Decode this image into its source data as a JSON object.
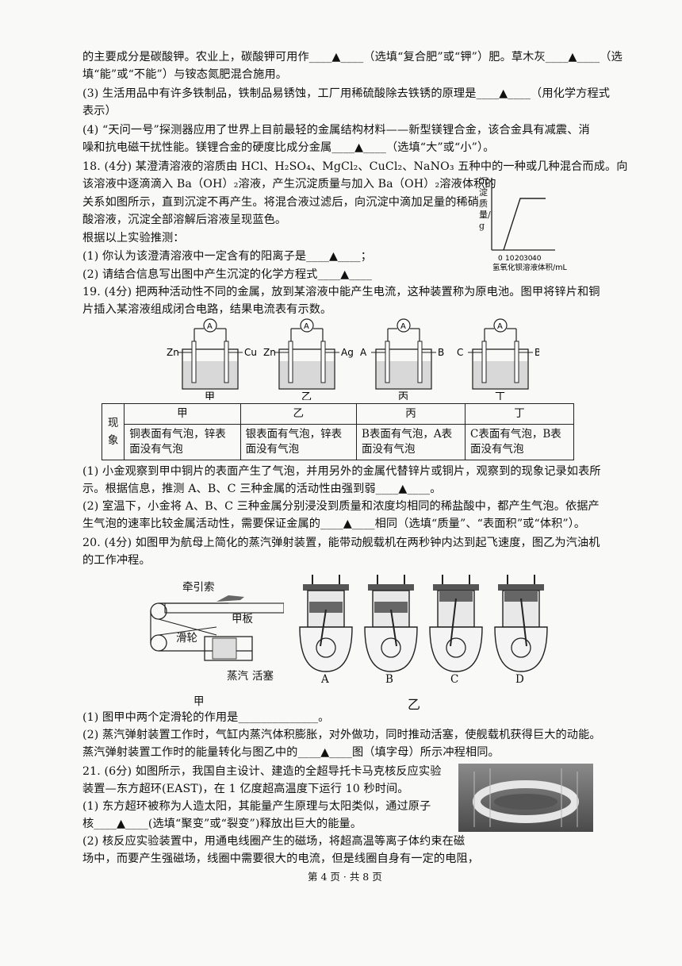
{
  "lines": {
    "l1": "的主要成分是碳酸钾。农业上，碳酸钾可用作____▲____（选填“复合肥”或“钾”）肥。草木灰____▲____（选",
    "l2": "填“能”或“不能”）与铵态氮肥混合施用。",
    "l3": "(3) 生活用品中有许多铁制品，铁制品易锈蚀，工厂用稀硫酸除去铁锈的原理是____▲____（用化学方程式",
    "l4": "表示）",
    "l5": "(4) “天问一号”探测器应用了世界上目前最轻的金属结构材料——新型镁锂合金，该合金具有减震、消",
    "l6": "噪和抗电磁干扰性能。镁锂合金的硬度比成分金属____▲____（选填“大”或“小”）。",
    "l7": "18. (4分) 某澄清溶液的溶质由 HCl、H₂SO₄、MgCl₂、CuCl₂、NaNO₃ 五种中的一种或几种混合而成。向",
    "l8": "该溶液中逐滴滴入 Ba（OH）₂溶液，产生沉淀质量与加入 Ba（OH）₂溶液体积的",
    "l9": "关系如图所示，直到沉淀不再产生。将混合液过滤后，向沉淀中滴加足量的稀硝",
    "l10": "酸溶液，沉淀全部溶解后溶液呈现蓝色。",
    "l11": "根据以上实验推测：",
    "l12": "(1) 你认为该澄清溶液中一定含有的阳离子是____▲____；",
    "l13": "(2) 请结合信息写出图中产生沉淀的化学方程式____▲____",
    "l14": "19. (4分) 把两种活动性不同的金属，放到某溶液中能产生电流，这种装置称为原电池。图甲将锌片和铜",
    "l15": "片插入某溶液组成闭合电路，结果电流表有示数。",
    "l16": "(1) 小金观察到甲中铜片的表面产生了气泡，并用另外的金属代替锌片或铜片，观察到的现象记录如表所",
    "l17": "示。根据信息，推测 A、B、C 三种金属的活动性由强到弱____▲____。",
    "l18": "(2) 室温下，小金将 A、B、C 三种金属分别浸没到质量和浓度均相同的稀盐酸中，都产生气泡。依据产",
    "l19": "生气泡的速率比较金属活动性，需要保证金属的____▲____相同（选填“质量”、“表面积”或“体积”）。",
    "l20": "20. (4分) 如图甲为航母上简化的蒸汽弹射装置，能带动舰载机在两秒钟内达到起飞速度，图乙为汽油机",
    "l21": "的工作冲程。",
    "l22": "(1) 图甲中两个定滑轮的作用是______________。",
    "l23": "(2) 蒸汽弹射装置工作时，气缸内蒸汽体积膨胀，对外做功，同时推动活塞，使舰载机获得巨大的动能。",
    "l24": "蒸汽弹射装置工作时的能量转化与图乙中的____▲____图（填字母）所示冲程相同。",
    "l25": "21. (6分) 如图所示，我国自主设计、建造的全超导托卡马克核反应实验",
    "l26": "装置—东方超环(EAST)，在 1 亿度超高温度下运行 10 秒时间。",
    "l27": "(1) 东方超环被称为人造太阳，其能量产生原理与太阳类似，通过原子",
    "l28": "核____▲____(选填“聚变”或“裂变”)释放出巨大的能量。",
    "l29": "(2) 核反应实验装置中，用通电线圈产生的磁场，将超高温等离子体约束在磁",
    "l30": "场中，而要产生强磁场，线圈中需要很大的电流，但是线圈自身有一定的电阻，"
  },
  "graph": {
    "ylabel": "沉淀质量/g",
    "xticks": [
      "0",
      "10",
      "20",
      "30",
      "40"
    ],
    "xlabel": "氢氧化钡溶液体积/mL"
  },
  "cells": {
    "labels": [
      "甲",
      "乙",
      "丙",
      "丁"
    ],
    "meter": "A",
    "electrodes": [
      [
        "Zn",
        "Cu"
      ],
      [
        "Zn",
        "Ag"
      ],
      [
        "A",
        "B"
      ],
      [
        "C",
        "B"
      ]
    ]
  },
  "table": {
    "side": "现象",
    "headers": [
      "甲",
      "乙",
      "丙",
      "丁"
    ],
    "rows": [
      [
        "铜表面有气泡，锌表面没有气泡",
        "银表面有气泡，锌表面没有气泡",
        "B表面有气泡，A表面没有气泡",
        "C表面有气泡，B表面没有气泡"
      ]
    ]
  },
  "catapult": {
    "rope": "牵引索",
    "deck": "甲板",
    "pulley": "滑轮",
    "steam": "蒸汽",
    "piston": "活塞",
    "caption": "甲"
  },
  "engine": {
    "labels": [
      "A",
      "B",
      "C",
      "D"
    ],
    "caption": "乙"
  },
  "footer": "第 4 页 · 共 8 页"
}
